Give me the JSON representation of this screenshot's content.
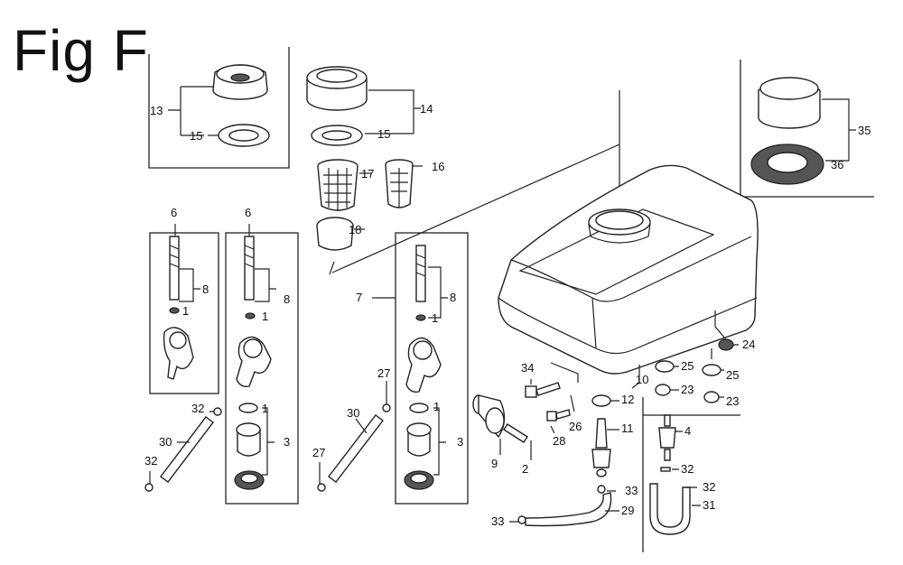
{
  "figure": {
    "title": "Fig F"
  },
  "callouts": {
    "c13": "13",
    "c15a": "15",
    "c14": "14",
    "c15b": "15",
    "c17": "17",
    "c16": "16",
    "c18": "18",
    "c35": "35",
    "c36": "36",
    "c6a": "6",
    "c6b": "6",
    "c8a": "8",
    "c1a": "1",
    "c8b": "8",
    "c1b": "1",
    "c7": "7",
    "c8c": "8",
    "c1c": "1",
    "c32a": "32",
    "c30a": "30",
    "c32b": "32",
    "c1d": "1",
    "c3a": "3",
    "c27a": "27",
    "c30b": "30",
    "c27b": "27",
    "c1e": "1",
    "c3b": "3",
    "c34": "34",
    "c10": "10",
    "c12": "12",
    "c11": "11",
    "c26": "26",
    "c28": "28",
    "c9": "9",
    "c2": "2",
    "c33a": "33",
    "c29": "29",
    "c33b": "33",
    "c24": "24",
    "c25a": "25",
    "c23a": "23",
    "c25b": "25",
    "c23b": "23",
    "c4": "4",
    "c32c": "32",
    "c32d": "32",
    "c31": "31"
  }
}
